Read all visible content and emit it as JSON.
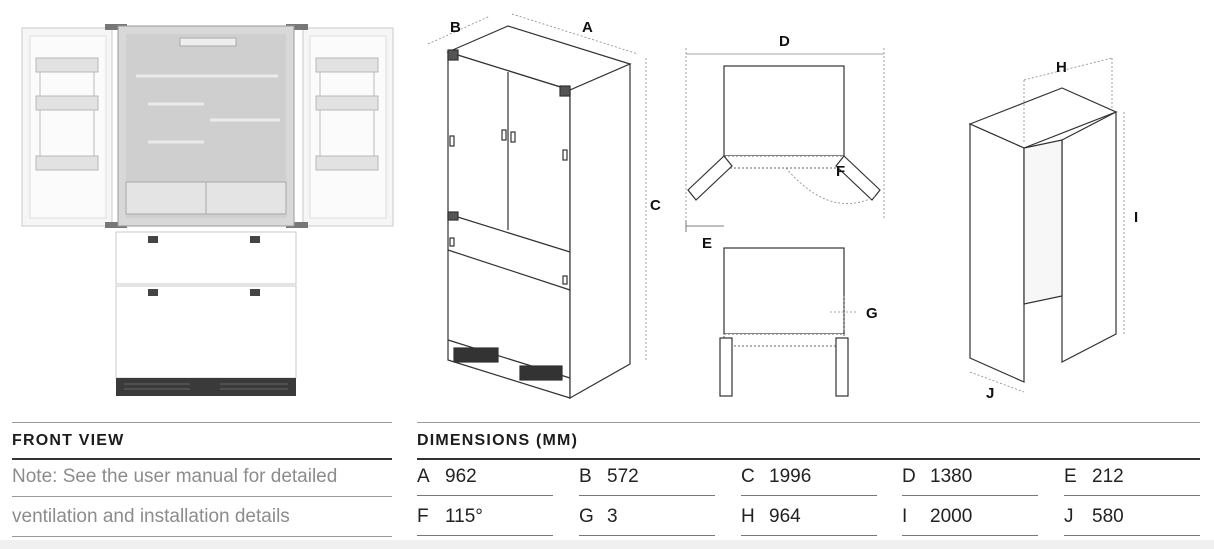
{
  "front_view": {
    "title": "FRONT VIEW",
    "note_line_1": "Note: See the user manual for detailed",
    "note_line_2": "ventilation and installation details"
  },
  "dimensions": {
    "title": "DIMENSIONS (MM)",
    "rows": [
      [
        {
          "key": "A",
          "value": "962"
        },
        {
          "key": "B",
          "value": "572"
        },
        {
          "key": "C",
          "value": "1996"
        },
        {
          "key": "D",
          "value": "1380"
        },
        {
          "key": "E",
          "value": "212"
        }
      ],
      [
        {
          "key": "F",
          "value": "115°"
        },
        {
          "key": "G",
          "value": "3"
        },
        {
          "key": "H",
          "value": "964"
        },
        {
          "key": "I",
          "value": "2000"
        },
        {
          "key": "J",
          "value": "580"
        }
      ]
    ]
  },
  "diagram_labels": {
    "fridge_3d": {
      "a": "A",
      "b": "B",
      "c": "C"
    },
    "top_view": {
      "d": "D",
      "e": "E",
      "f": "F"
    },
    "side_view": {
      "g": "G"
    },
    "cabinet": {
      "h": "H",
      "i": "I",
      "j": "J"
    }
  }
}
